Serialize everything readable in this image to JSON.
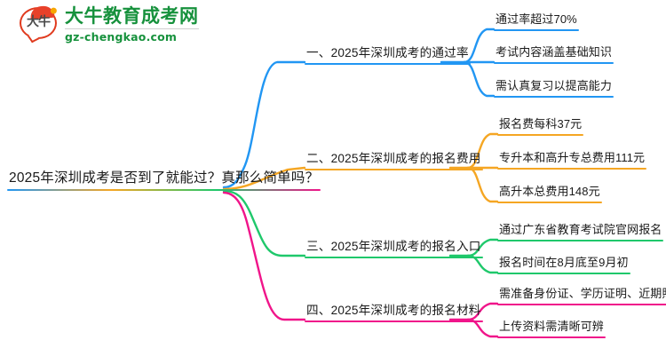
{
  "logo": {
    "mark_text": "大牛",
    "name_cn": "大牛教育成考网",
    "domain": "gz-chengkao.com",
    "brand_green": "#16913C",
    "brand_red": "#E8412A"
  },
  "mindmap": {
    "root": {
      "label": "2025年深圳成考是否到了就能过？真那么简单吗？"
    },
    "branches": [
      {
        "label": "一、2025年深圳成考的通过率",
        "color": "#2196F3",
        "children": [
          {
            "label": "通过率超过70%"
          },
          {
            "label": "考试内容涵盖基础知识"
          },
          {
            "label": "需认真复习以提高能力"
          }
        ]
      },
      {
        "label": "二、2025年深圳成考的报名费用",
        "color": "#F5A623",
        "children": [
          {
            "label": "报名费每科37元"
          },
          {
            "label": "专升本和高升专总费用111元"
          },
          {
            "label": "高升本总费用148元"
          }
        ]
      },
      {
        "label": "三、2025年深圳成考的报名入口",
        "color": "#1FC86B",
        "children": [
          {
            "label": "通过广东省教育考试院官网报名"
          },
          {
            "label": "报名时间在8月底至9月初"
          }
        ]
      },
      {
        "label": "四、2025年深圳成考的报名材料",
        "color": "#F0158A",
        "children": [
          {
            "label": "需准备身份证、学历证明、近期照片"
          },
          {
            "label": "上传资料需清晰可辨"
          }
        ]
      }
    ]
  }
}
